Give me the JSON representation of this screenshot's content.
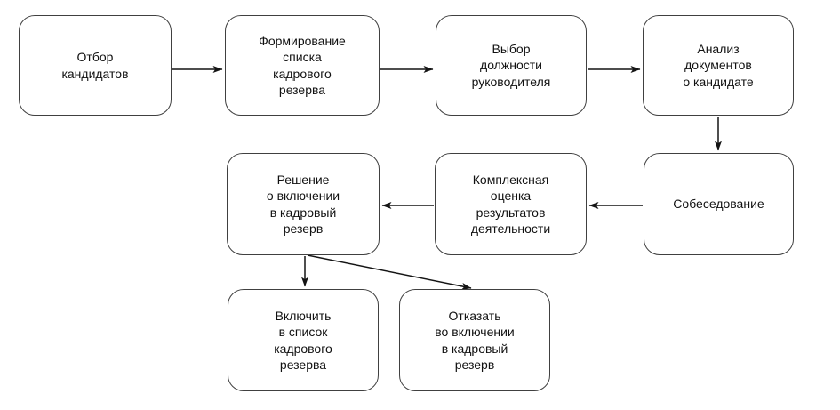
{
  "diagram": {
    "type": "flowchart",
    "language": "ru",
    "colors": {
      "background": "#ffffff",
      "box_border": "#404040",
      "arrow": "#141414",
      "text": "#111111"
    },
    "nodes": [
      {
        "id": "candidate-selection",
        "label": "Отбор\nкандидатов"
      },
      {
        "id": "reserve-list-formation",
        "label": "Формирование\nсписка\nкадрового\nрезерва"
      },
      {
        "id": "manager-position-choice",
        "label": "Выбор\nдолжности\nруководителя"
      },
      {
        "id": "candidate-documents-analysis",
        "label": "Анализ\nдокументов\nо кандидате"
      },
      {
        "id": "interview",
        "label": "Собеседование"
      },
      {
        "id": "comprehensive-assessment",
        "label": "Комплексная\nоценка\nрезультатов\nдеятельности"
      },
      {
        "id": "inclusion-decision",
        "label": "Решение\nо включении\nв кадровый\nрезерв"
      },
      {
        "id": "include-in-list",
        "label": "Включить\nв список\nкадрового\nрезерва"
      },
      {
        "id": "refuse-inclusion",
        "label": "Отказать\nво включении\nв кадровый\nрезерв"
      }
    ],
    "edges": [
      {
        "from": "candidate-selection",
        "to": "reserve-list-formation"
      },
      {
        "from": "reserve-list-formation",
        "to": "manager-position-choice"
      },
      {
        "from": "manager-position-choice",
        "to": "candidate-documents-analysis"
      },
      {
        "from": "candidate-documents-analysis",
        "to": "interview"
      },
      {
        "from": "interview",
        "to": "comprehensive-assessment"
      },
      {
        "from": "comprehensive-assessment",
        "to": "inclusion-decision"
      },
      {
        "from": "inclusion-decision",
        "to": "include-in-list"
      },
      {
        "from": "inclusion-decision",
        "to": "refuse-inclusion"
      }
    ]
  }
}
